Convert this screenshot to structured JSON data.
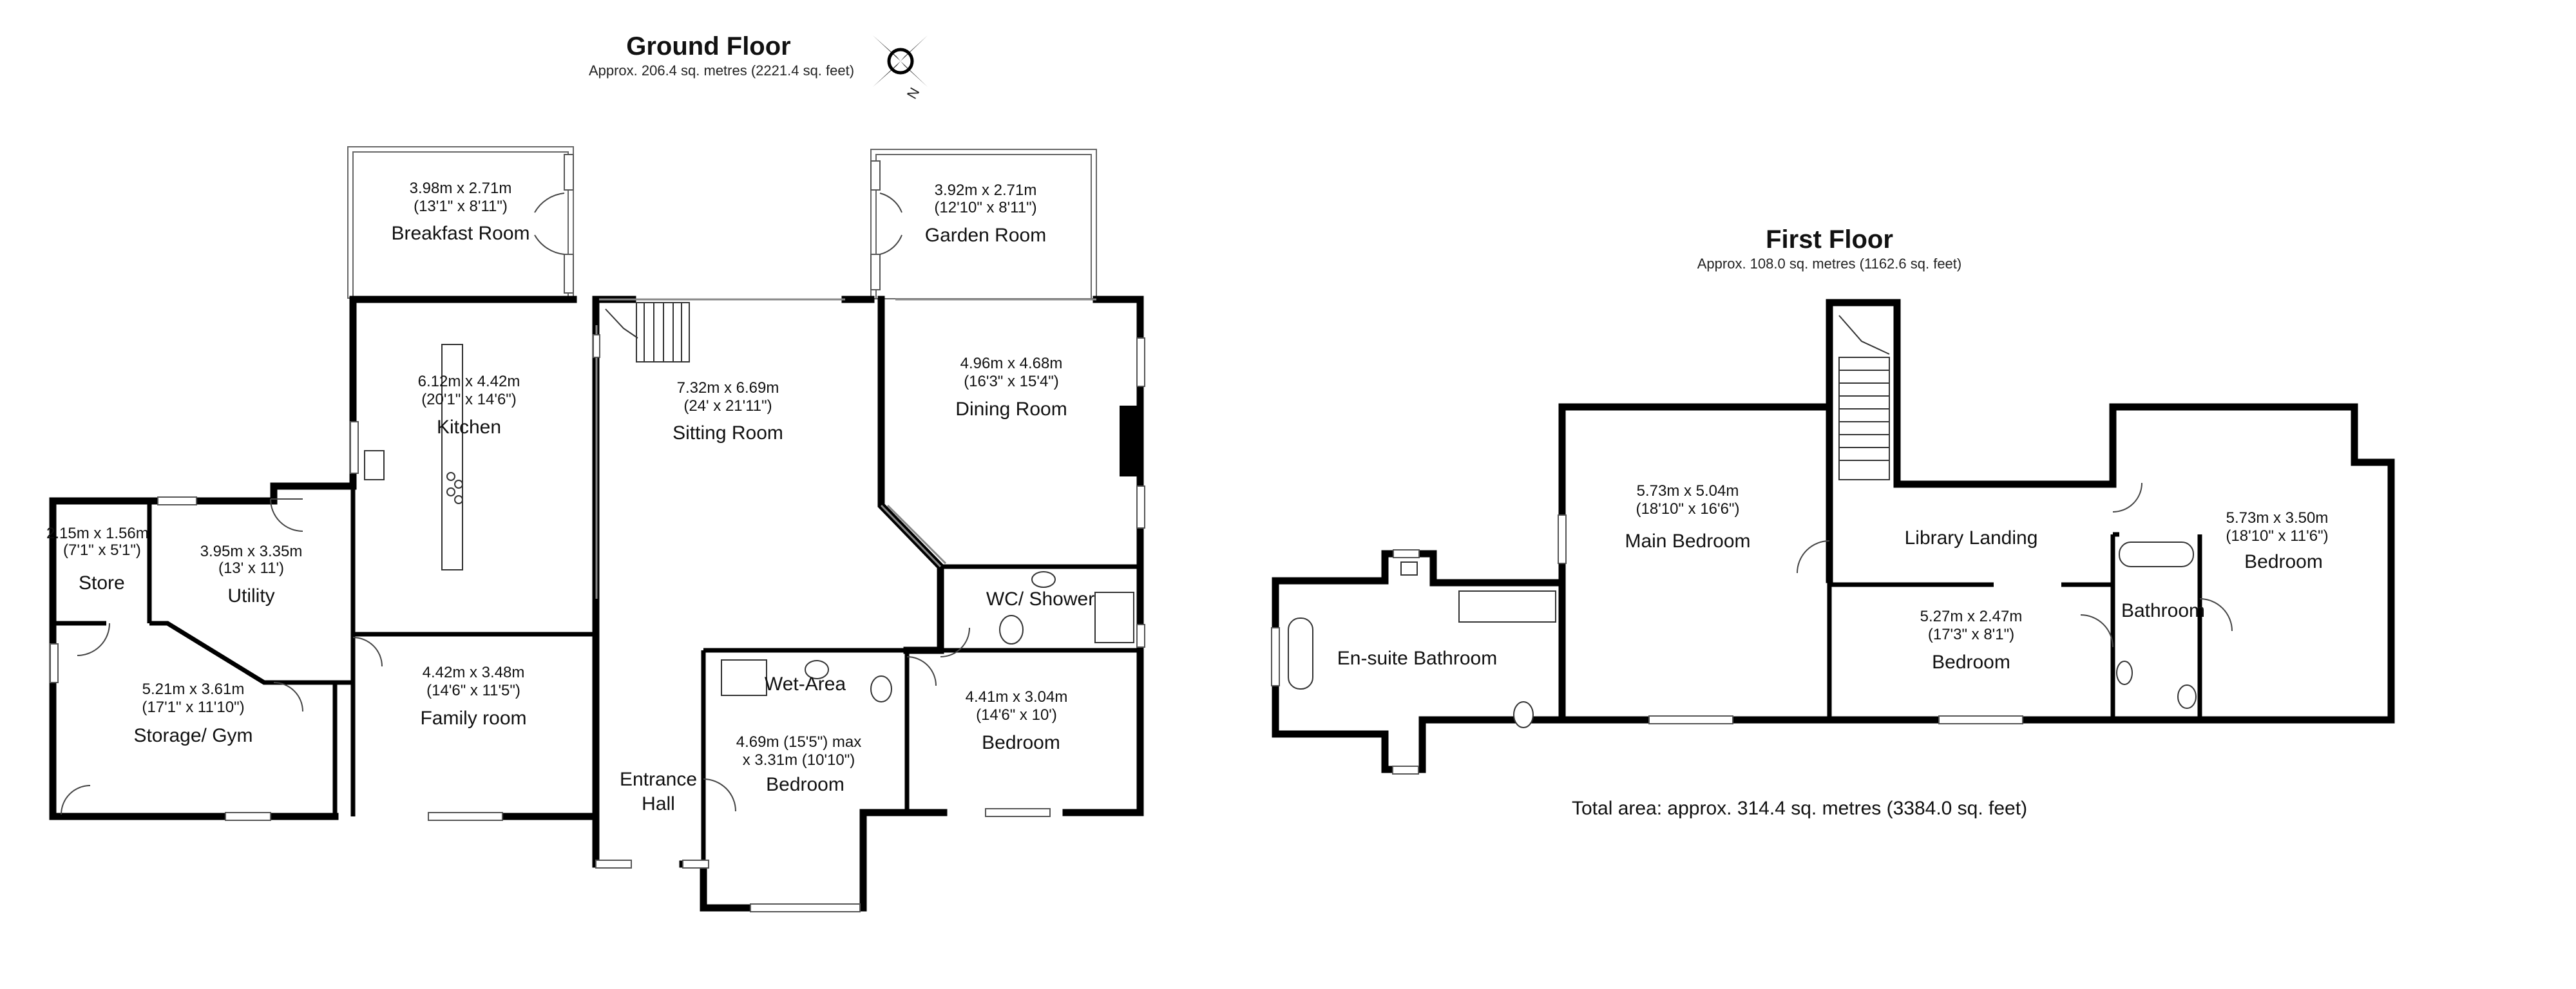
{
  "ground_floor": {
    "title": "Ground Floor",
    "area": "Approx. 206.4 sq. metres (2221.4 sq. feet)",
    "rooms": {
      "breakfast": {
        "dim_m": "3.98m x 2.71m",
        "dim_ft": "(13'1\" x 8'11\")",
        "name": "Breakfast Room"
      },
      "garden": {
        "dim_m": "3.92m x 2.71m",
        "dim_ft": "(12'10\" x 8'11\")",
        "name": "Garden Room"
      },
      "kitchen": {
        "dim_m": "6.12m x 4.42m",
        "dim_ft": "(20'1\" x 14'6\")",
        "name": "Kitchen"
      },
      "sitting": {
        "dim_m": "7.32m x 6.69m",
        "dim_ft": "(24' x 21'11\")",
        "name": "Sitting Room"
      },
      "dining": {
        "dim_m": "4.96m x 4.68m",
        "dim_ft": "(16'3\" x 15'4\")",
        "name": "Dining Room"
      },
      "store": {
        "dim_m": "2.15m x 1.56m",
        "dim_ft": "(7'1\" x 5'1\")",
        "name": "Store"
      },
      "utility": {
        "dim_m": "3.95m x 3.35m",
        "dim_ft": "(13' x 11')",
        "name": "Utility"
      },
      "storage_gym": {
        "dim_m": "5.21m x 3.61m",
        "dim_ft": "(17'1\" x 11'10\")",
        "name": "Storage/ Gym"
      },
      "family": {
        "dim_m": "4.42m x 3.48m",
        "dim_ft": "(14'6\" x 11'5\")",
        "name": "Family room"
      },
      "wc": {
        "name": "WC/ Shower"
      },
      "wet_area": {
        "name": "Wet-Area"
      },
      "bedroom_center": {
        "dim_line1": "4.69m (15'5\") max",
        "dim_line2": "x 3.31m (10'10\")",
        "name": "Bedroom"
      },
      "bedroom_right": {
        "dim_m": "4.41m x 3.04m",
        "dim_ft": "(14'6\" x 10')",
        "name": "Bedroom"
      },
      "hall": {
        "line1": "Entrance",
        "line2": "Hall"
      }
    },
    "compass_label": "N"
  },
  "first_floor": {
    "title": "First Floor",
    "area": "Approx. 108.0 sq. metres (1162.6 sq. feet)",
    "rooms": {
      "ensuite": {
        "name": "En-suite Bathroom"
      },
      "main_bed": {
        "dim_m": "5.73m x 5.04m",
        "dim_ft": "(18'10\" x 16'6\")",
        "name": "Main Bedroom"
      },
      "library": {
        "name": "Library Landing"
      },
      "bed_mid": {
        "dim_m": "5.27m x 2.47m",
        "dim_ft": "(17'3\" x 8'1\")",
        "name": "Bedroom"
      },
      "bathroom": {
        "name": "Bathroom"
      },
      "bed_right": {
        "dim_m": "5.73m x 3.50m",
        "dim_ft": "(18'10\" x 11'6\")",
        "name": "Bedroom"
      }
    }
  },
  "total_area": "Total area: approx. 314.4 sq. metres (3384.0 sq. feet)"
}
